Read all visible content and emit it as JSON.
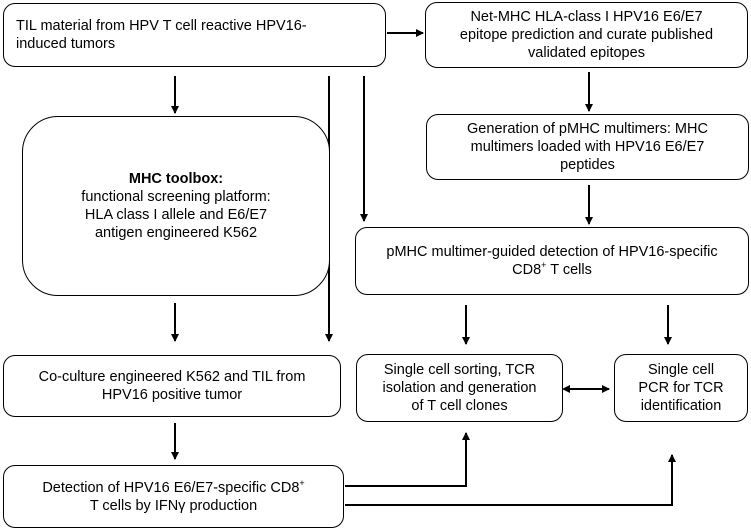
{
  "nodes": {
    "til_material": {
      "lines": [
        "TIL material from HPV T cell reactive HPV16-",
        "induced tumors"
      ]
    },
    "netmhc": {
      "lines": [
        "Net-MHC HLA-class I HPV16 E6/E7",
        "epitope prediction and curate published",
        "validated epitopes"
      ]
    },
    "mhc_toolbox": {
      "title": "MHC toolbox:",
      "lines": [
        "functional screening platform:",
        "HLA class I allele and E6/E7",
        "antigen engineered K562"
      ]
    },
    "pmhc_generation": {
      "lines": [
        "Generation of pMHC multimers: MHC",
        "multimers loaded with HPV16 E6/E7",
        "peptides"
      ]
    },
    "pmhc_detection": {
      "line1": "pMHC multimer-guided detection of HPV16-specific",
      "line2_pre": "CD8",
      "line2_sup": "+",
      "line2_post": " T cells"
    },
    "coculture": {
      "lines": [
        "Co-culture engineered K562 and TIL from",
        "HPV16 positive tumor"
      ]
    },
    "single_cell_sorting": {
      "lines": [
        "Single cell sorting, TCR",
        "isolation and generation",
        "of T cell clones"
      ]
    },
    "single_cell_pcr": {
      "lines": [
        "Single cell",
        "PCR for TCR",
        "identification"
      ]
    },
    "detection_ifn": {
      "line1_pre": "Detection of HPV16 E6/E7-specific CD8",
      "line1_sup": "+",
      "line2": "T cells by IFNγ production"
    }
  }
}
